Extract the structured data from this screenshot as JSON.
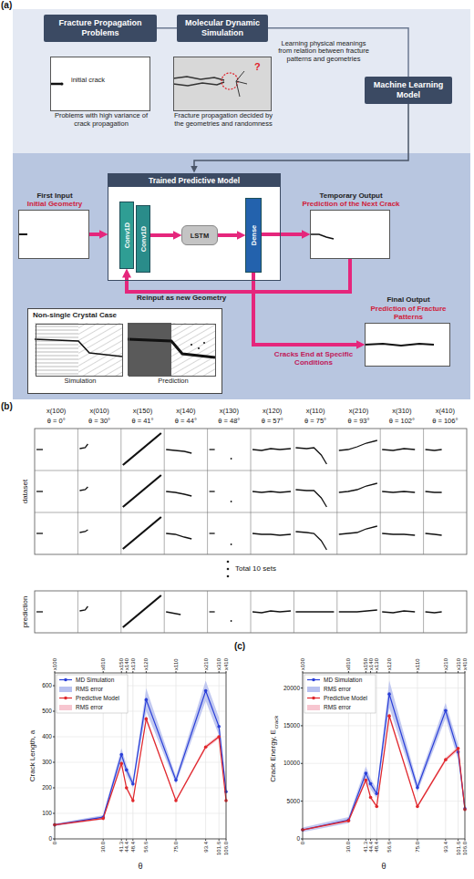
{
  "diagram": {
    "nodes": [
      {
        "text": [
          "Fracture Propagation Problems"
        ]
      },
      {
        "text": [
          "initial crack",
          "Problems with high variance of crack propagation"
        ]
      },
      {
        "text": [
          "Molecular Dynamic Simulation"
        ]
      },
      {
        "text": [
          "?",
          "Fracture propagation decided by the geometries and randomness"
        ]
      },
      {
        "text": [
          "Machine Learning Model"
        ]
      },
      {
        "text": [
          "Trained Predictive Model"
        ]
      },
      {
        "text": [
          "Conv1D"
        ],
        "in": 5
      },
      {
        "text": [
          "Conv1D"
        ],
        "in": 5
      },
      {
        "text": [
          "LSTM"
        ],
        "in": 5
      },
      {
        "text": [
          "Dense"
        ],
        "in": 5
      },
      {
        "text": [
          "First Input",
          "Initial Geometry"
        ]
      },
      {
        "text": [
          "Temporary Output",
          "Prediction of the Next Crack"
        ]
      },
      {
        "text": [
          "Non-single Crystal Case"
        ]
      },
      {
        "text": [
          "Simulation"
        ],
        "in": 12
      },
      {
        "text": [
          "Prediction"
        ],
        "in": 12
      },
      {
        "text": [
          "Final Output",
          "Prediction of Fracture Patterns"
        ]
      }
    ],
    "edges": [
      {
        "from": 0,
        "to": 2,
        "arrow": "none"
      },
      {
        "from": 2,
        "to": 4,
        "arrow": "none"
      },
      {
        "from": 4,
        "to": 5,
        "arrow": "to"
      },
      {
        "from": 10,
        "to": 5,
        "arrow": "to"
      },
      {
        "from": 7,
        "to": 8,
        "arrow": "to"
      },
      {
        "from": 8,
        "to": 9,
        "arrow": "to"
      },
      {
        "from": 9,
        "to": 11,
        "arrow": "to"
      },
      {
        "from": 11,
        "to": 6,
        "arrow": "to"
      },
      {
        "from": 9,
        "to": 15,
        "arrow": "to"
      }
    ],
    "labels": [
      "(a)",
      "Learning physical meanings from relation between fracture patterns and geometries",
      "Reinput as new Geometry",
      "Cracks End at Specific Conditions",
      "(b)",
      "x(100)",
      "θ = 0°",
      "x(010)",
      "θ = 30°",
      "x(150)",
      "θ = 41°",
      "x(140)",
      "θ = 44°",
      "x(130)",
      "θ = 48°",
      "x(120)",
      "θ = 57°",
      "x(110)",
      "θ = 75°",
      "x(210)",
      "θ = 93°",
      "x(310)",
      "θ = 102°",
      "x(410)",
      "θ = 106°",
      "dataset",
      "Total 10 sets",
      "prediction",
      "(c)",
      "x100",
      "x010",
      "x150",
      "x140",
      "x130",
      "x120",
      "x110",
      "x210",
      "x310",
      "x410",
      "0",
      "100",
      "200",
      "300",
      "400",
      "500",
      "600",
      "0",
      "30.0",
      "41.3",
      "44.4",
      "48.4",
      "56.6",
      "75.0",
      "93.4",
      "101.6",
      "106.0",
      "Crack Length, a",
      "θ",
      "x100",
      "x010",
      "x150",
      "x140",
      "x130",
      "x120",
      "x110",
      "x210",
      "x310",
      "x410",
      "0",
      "5000",
      "10000",
      "15000",
      "20000",
      "0",
      "30.0",
      "41.3",
      "44.4",
      "48.4",
      "56.6",
      "75.0",
      "93.4",
      "101.6",
      "106.0",
      "Crack Energy, E",
      "crack",
      "θ"
    ],
    "legend": [
      {
        "text": "MD Simulation"
      },
      {
        "text": "RMS error",
        "color": "#b7c0ef"
      },
      {
        "text": "Predictive Model"
      },
      {
        "text": "RMS error",
        "color": "#f7c6d0"
      },
      {
        "text": "MD Simulation"
      },
      {
        "text": "RMS error",
        "color": "#b7c0ef"
      },
      {
        "text": "Predictive Model"
      },
      {
        "text": "RMS error",
        "color": "#f7c6d0"
      }
    ]
  }
}
